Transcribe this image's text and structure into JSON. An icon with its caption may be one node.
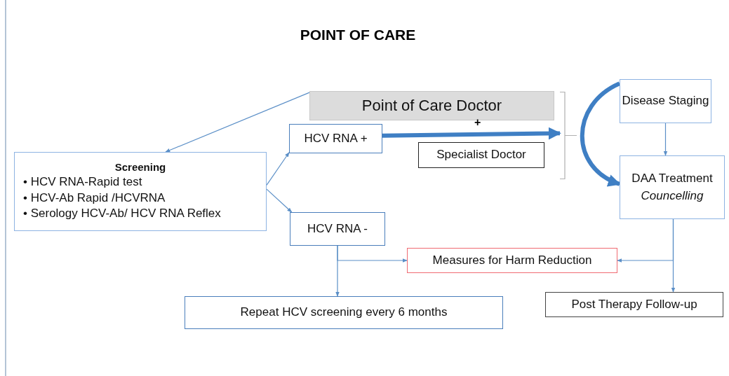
{
  "diagram": {
    "title": "POINT OF CARE",
    "nodes": [
      {
        "text": [
          "Point of Care Doctor"
        ]
      },
      {
        "text": [
          "Screening",
          "• HCV RNA-Rapid test",
          "• HCV-Ab Rapid /HCVRNA",
          "• Serology HCV-Ab/ HCV RNA Reflex"
        ]
      },
      {
        "text": [
          "HCV RNA  +"
        ]
      },
      {
        "text": [
          "Specialist Doctor"
        ]
      },
      {
        "text": [
          "HCV RNA  -"
        ]
      },
      {
        "text": [
          "Disease Staging"
        ]
      },
      {
        "text": [
          "DAA Treatment",
          "Councelling"
        ]
      },
      {
        "text": [
          "Measures for Harm Reduction"
        ]
      },
      {
        "text": [
          "Repeat HCV  screening every 6 months"
        ]
      },
      {
        "text": [
          "Post Therapy Follow-up"
        ]
      },
      {
        "text": [],
        "shape": "bracket"
      }
    ],
    "edges": [
      {
        "from": 0,
        "to": 1,
        "arrow": "to"
      },
      {
        "from": 1,
        "to": 2,
        "arrow": "to"
      },
      {
        "from": 1,
        "to": 4,
        "arrow": "to"
      },
      {
        "from": 2,
        "to": 10,
        "arrow": "to",
        "style": "thick"
      },
      {
        "from": 5,
        "to": 6,
        "arrow": "to",
        "style": "thick"
      },
      {
        "from": 5,
        "to": 6,
        "arrow": "to"
      },
      {
        "from": 4,
        "to": 7,
        "arrow": "to"
      },
      {
        "from": 4,
        "to": 8,
        "arrow": "to"
      },
      {
        "from": 6,
        "to": 7,
        "arrow": "to"
      },
      {
        "from": 6,
        "to": 9,
        "arrow": "to"
      }
    ],
    "labels": [
      "+"
    ]
  }
}
